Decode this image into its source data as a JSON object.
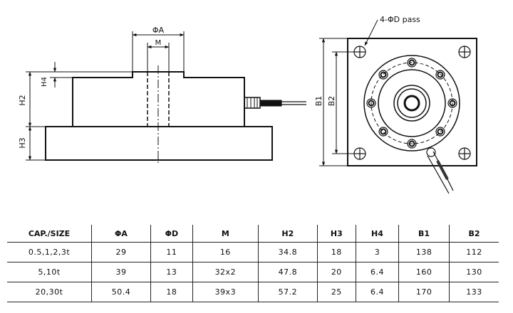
{
  "drawing": {
    "side_view": {
      "labels": {
        "phi_a": "ΦA",
        "m": "M",
        "h4": "H4",
        "h2": "H2",
        "h3": "H3"
      }
    },
    "top_view": {
      "labels": {
        "hole_callout": "4-ΦD pass",
        "b1": "B1",
        "b2": "B2"
      }
    }
  },
  "table": {
    "headers": [
      "CAP./SIZE",
      "ΦA",
      "ΦD",
      "M",
      "H2",
      "H3",
      "H4",
      "B1",
      "B2"
    ],
    "rows": [
      [
        "0.5,1,2,3t",
        "29",
        "11",
        "16",
        "34.8",
        "18",
        "3",
        "138",
        "112"
      ],
      [
        "5,10t",
        "39",
        "13",
        "32x2",
        "47.8",
        "20",
        "6.4",
        "160",
        "130"
      ],
      [
        "20,30t",
        "50.4",
        "18",
        "39x3",
        "57.2",
        "25",
        "6.4",
        "170",
        "133"
      ]
    ]
  }
}
